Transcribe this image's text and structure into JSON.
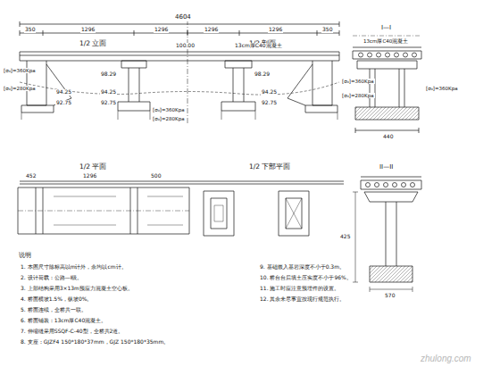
{
  "diagram": {
    "labels": [
      "4604",
      "1/2 立面",
      "1/2 剖面",
      "350",
      "1296",
      "1296",
      "1296",
      "1296",
      "350",
      "100.00",
      "13cm厚C40混凝土",
      "98.29",
      "98.29",
      "[σ₀]=360Kpa",
      "[σ₀]=280Kpa",
      "94.25",
      "92.75",
      "94.25",
      "92.75",
      "[σ₀]=360Kpa",
      "[σ₀]=280Kpa",
      "94.25",
      "92.75",
      "[σ₀]=360Kpa",
      "[σ₀]=280Kpa",
      "I—I",
      "13cm厚C40混凝土",
      "[σ₀]=360Kpa",
      "440",
      "1/2 平面",
      "1/2 下部平面",
      "452",
      "1296",
      "500",
      "II—II",
      "425",
      "570",
      "说明",
      "1. 本图尺寸除标高以m计外，余均以cm计。",
      "2. 设计荷载：公路—Ⅰ级。",
      "3. 上部结构采用3×13m预应力混凝土空心板。",
      "4. 桥面横坡1.5%，纵坡0%。",
      "5. 桥面连续，全桥共一联。",
      "6. 桥面铺装：13cm厚C40混凝土。",
      "7. 伸缩缝采用SSQF-C-40型，全桥共2道。",
      "8. 支座：GJZF4 150*180*37mm，GJZ 150*180*35mm。",
      "9. 基础嵌入基岩深度不小于0.3m。",
      "10. 桥台台后填土压实度不小于96%。",
      "11. 施工时应注意预埋件的设置。",
      "12. 其余未尽事宜按现行规范执行。",
      "zhulong.com"
    ]
  }
}
